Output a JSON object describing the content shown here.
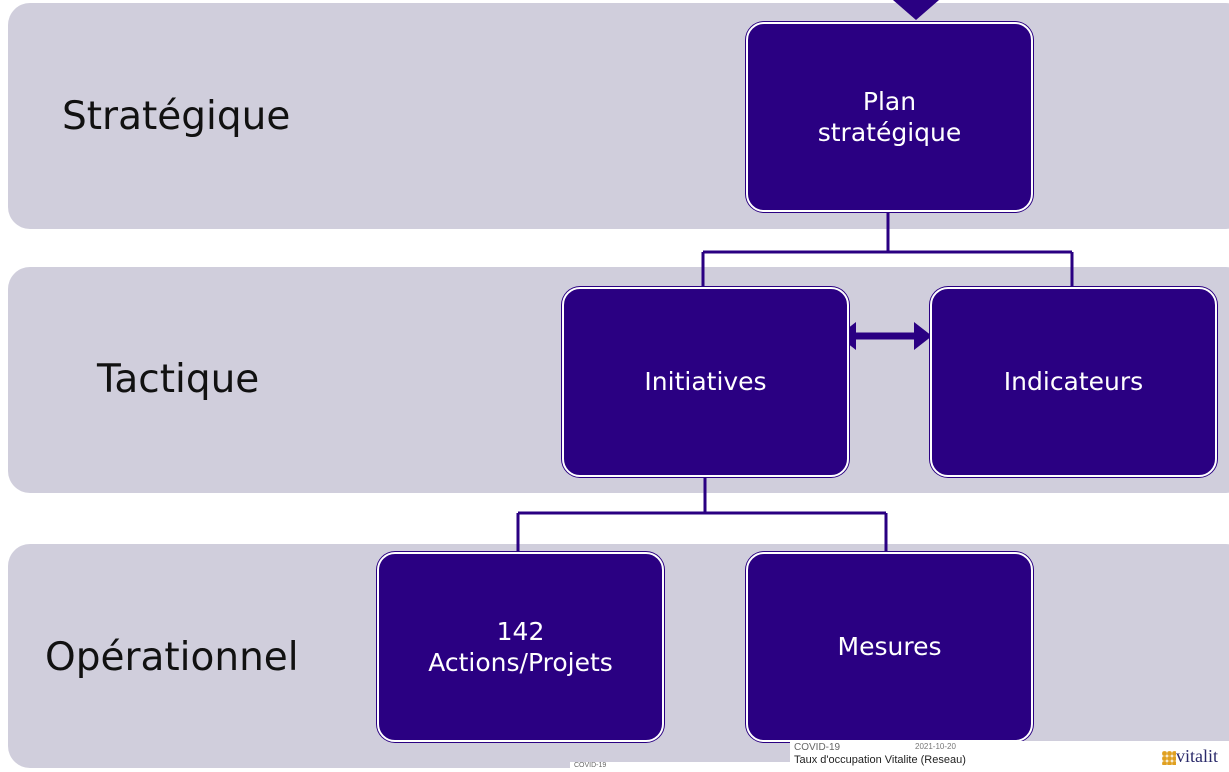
{
  "levels": [
    {
      "label": "Stratégique"
    },
    {
      "label": "Tactique"
    },
    {
      "label": "Opérationnel"
    }
  ],
  "nodes": {
    "plan": "Plan\nstratégique",
    "initiatives": "Initiatives",
    "indicateurs": "Indicateurs",
    "actions": "142\nActions/Projets",
    "mesures": "Mesures"
  },
  "thumbnail": {
    "line1": "COVID-19",
    "line2": "Taux d'occupation Vitalite (Reseau)",
    "date": "2021-10-20",
    "logo": "vitalit",
    "left_thumb_text": "COVID-19"
  },
  "colors": {
    "node_fill": "#2a0082",
    "band_fill": "#d0cedc",
    "connector": "#2a0082"
  }
}
